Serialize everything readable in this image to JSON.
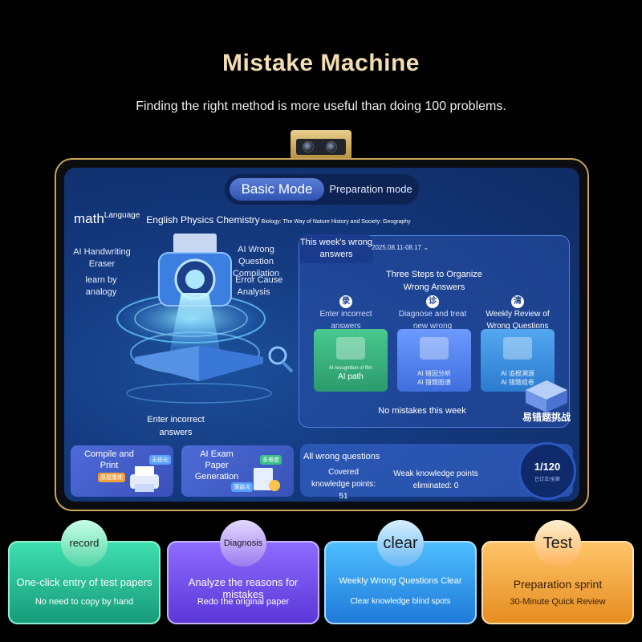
{
  "hero": {
    "title": "Mistake Machine",
    "subtitle": "Finding the right method is more useful than doing 100 problems."
  },
  "tablet": {
    "mode_switch": {
      "active": "Basic Mode",
      "inactive": "Preparation mode"
    },
    "subjects": {
      "math": "math",
      "language": "Language",
      "main": "English Physics Chemistry",
      "extra": "Biology: The Way of Nature History and Society: Geography"
    },
    "feature_tags": {
      "handwriting": "AI Handwriting Eraser",
      "analogy": "learn by analogy",
      "compilation": "AI Wrong Question Compilation",
      "cause": "AI Error Cause Analysis"
    },
    "enter_caption": "Enter incorrect answers",
    "panel": {
      "tab": "This week's wrong answers",
      "date_range": "2025.08.11-08.17",
      "subtitle": "Three Steps to Organize Wrong Answers",
      "steps": [
        {
          "icon": "录",
          "label": "Enter incorrect answers"
        },
        {
          "icon": "诊",
          "label": "Diagnose and treat new wrong problems"
        },
        {
          "icon": "清",
          "label": "Weekly Review of Wrong Questions"
        }
      ],
      "cards": [
        {
          "tiny": "AI recognition of film",
          "main": "AI path"
        },
        {
          "line1": "AI 错因分析",
          "line2": "AI 错题图谱"
        },
        {
          "line1": "AI 追根溯源",
          "line2": "AI 错题组卷"
        }
      ],
      "empty_text": "No mistakes this week",
      "badge": "易错题挑战"
    },
    "mini_cards": [
      {
        "title": "Compile and Print",
        "tags": [
          "无纸化",
          "原题重练"
        ]
      },
      {
        "title": "AI Exam Paper Generation",
        "tags": [
          "多难度",
          "薄弱点"
        ]
      }
    ],
    "stats": {
      "title": "All wrong questions",
      "covered": "Covered knowledge points: 51",
      "weak": "Weak knowledge points eliminated: 0",
      "ring_value": "1/120",
      "ring_sub": "已订正/全部"
    }
  },
  "features": [
    {
      "circle": "record",
      "main": "One-click entry of test papers",
      "sub": "No need to copy by hand"
    },
    {
      "circle": "Diagnosis",
      "main": "Analyze the reasons for mistakes",
      "sub": "Redo the original paper"
    },
    {
      "circle": "clear",
      "main": "Weekly Wrong Questions Clear",
      "sub": "Clear knowledge blind spots"
    },
    {
      "circle": "Test",
      "main": "Preparation sprint",
      "sub": "30-Minute Quick Review"
    }
  ],
  "colors": {
    "gold": "#c9a45a",
    "title_gold": "#f3ddb2",
    "screen_blue": "#143a80",
    "green": "#2fc896",
    "purple": "#7a55f0",
    "blue": "#3a9cf0",
    "orange": "#f5a23a"
  }
}
